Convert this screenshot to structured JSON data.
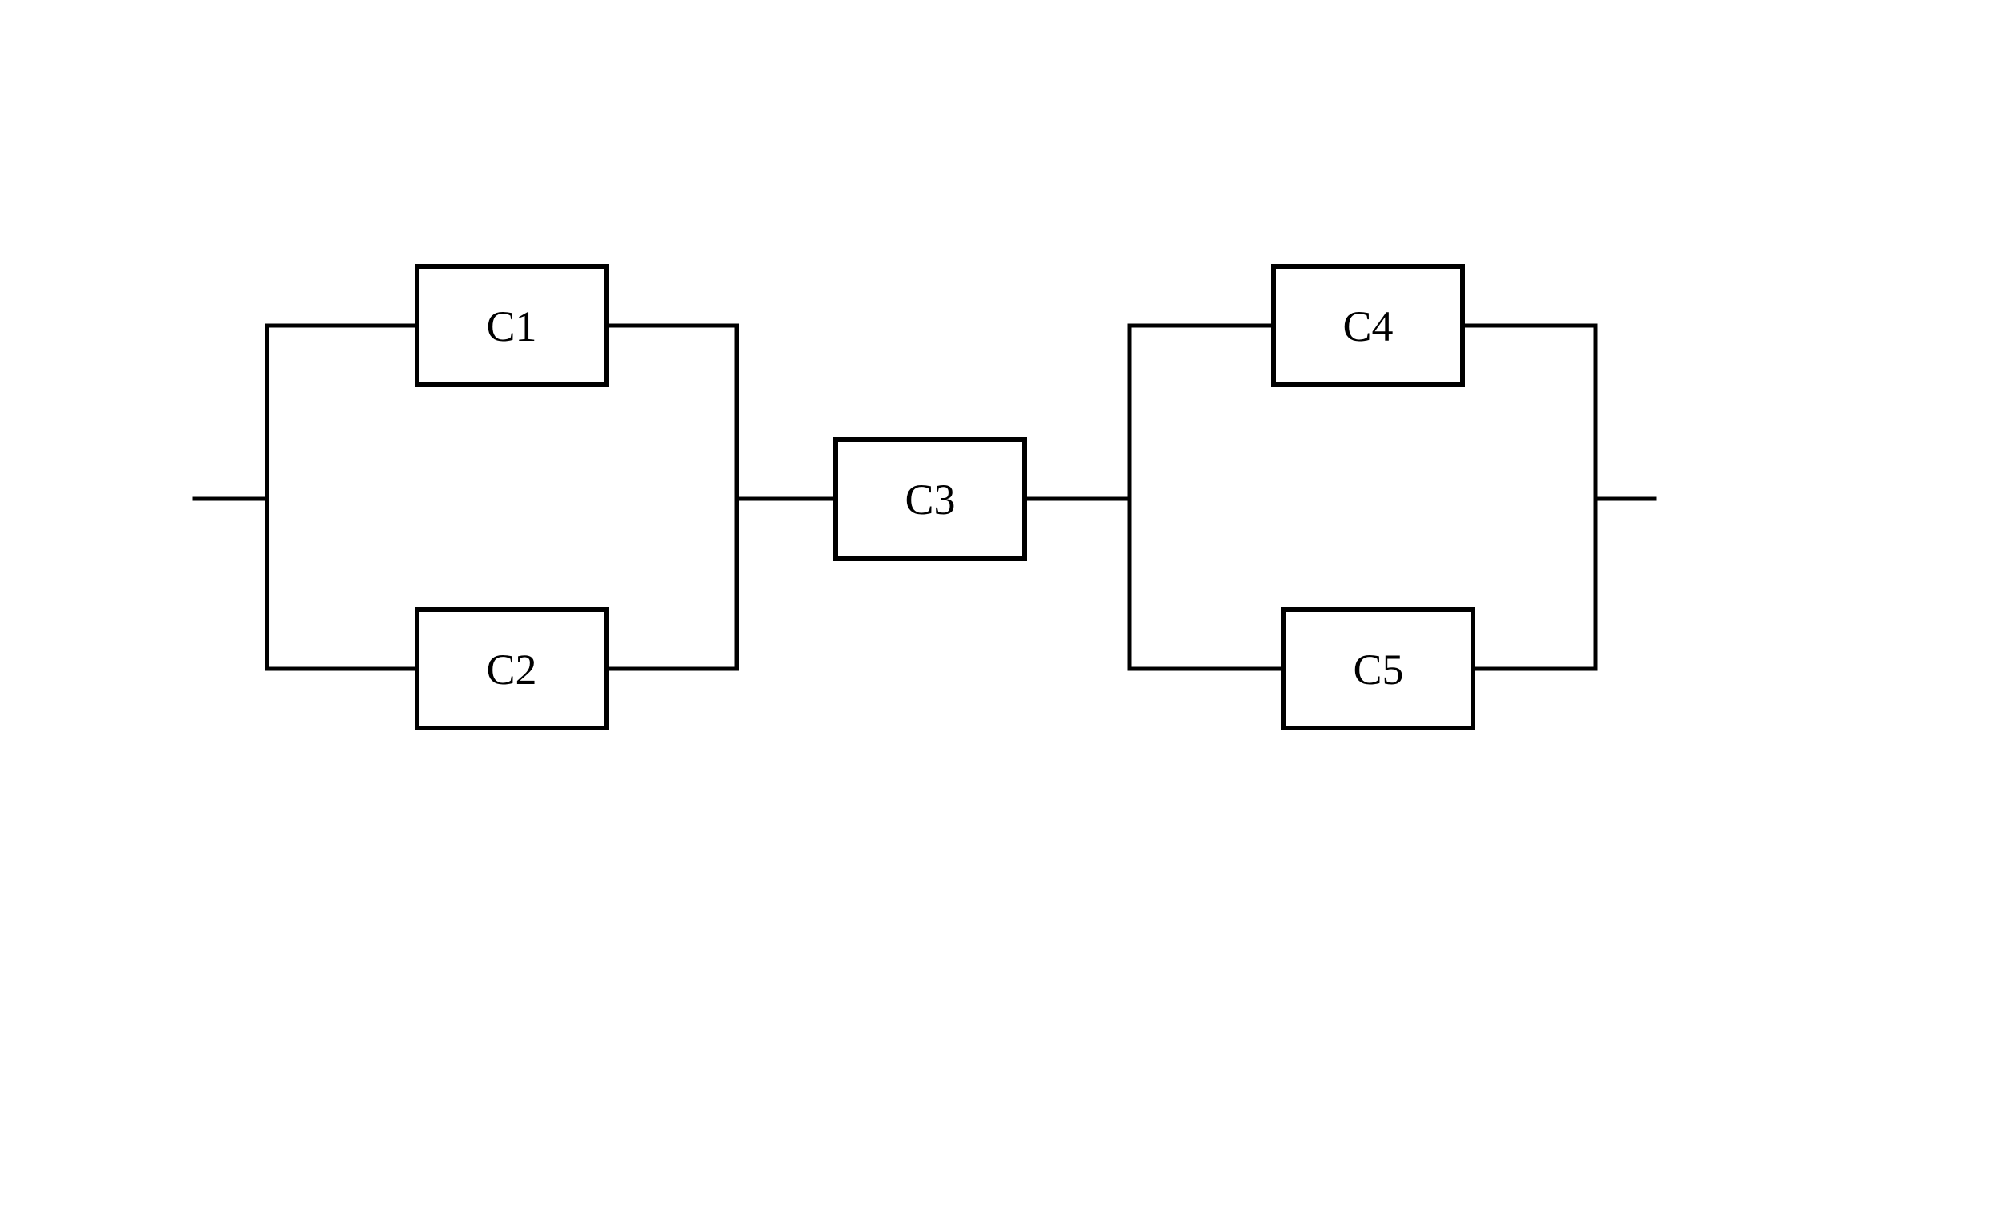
{
  "diagram": {
    "type": "reliability-block-diagram",
    "background_color": "#ffffff",
    "line_color": "#000000",
    "components": [
      {
        "label": "C1"
      },
      {
        "label": "C2"
      },
      {
        "label": "C3"
      },
      {
        "label": "C4"
      },
      {
        "label": "C5"
      }
    ],
    "structure": {
      "input_parallel_group": [
        "C1",
        "C2"
      ],
      "series_component": "C3",
      "output_parallel_group": [
        "C4",
        "C5"
      ]
    }
  }
}
